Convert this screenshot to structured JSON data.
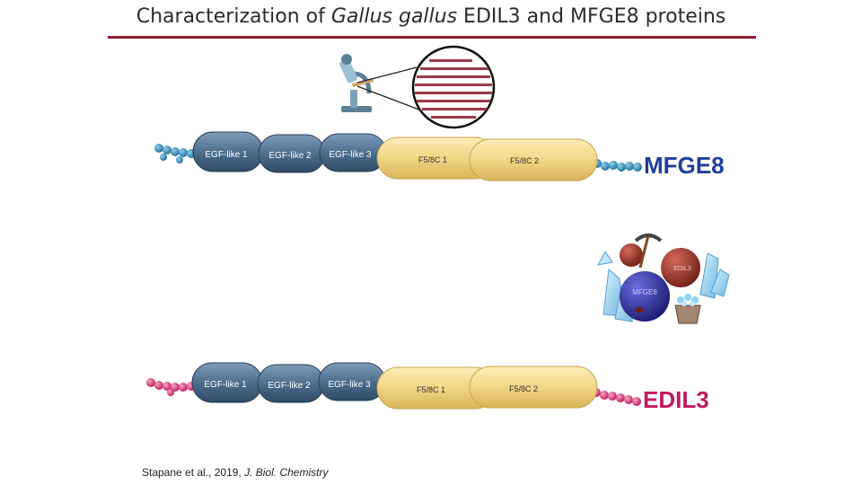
{
  "slide": {
    "title_part1": "Characterization of ",
    "title_species": "Gallus gallus",
    "title_part2": " EDIL3 and MFGE8 proteins",
    "citation_authors": "Stapane et al., 2019, ",
    "citation_journal": "J. Biol. Chemistry"
  },
  "proteins": [
    {
      "name": "MFGE8",
      "color": "#1e3f9a",
      "tag_color": "#2c7fb0",
      "domains": [
        "EGF-like 1",
        "EGF-like 2",
        "EGF-like 3",
        "F5/8C 1",
        "F5/8C 2"
      ]
    },
    {
      "name": "EDIL3",
      "color": "#c2185b",
      "tag_color": "#d9477a",
      "domains": [
        "EGF-like 1",
        "EGF-like 2",
        "EGF-like 3",
        "F5/8C 1",
        "F5/8C 2"
      ]
    }
  ],
  "cartoon": {
    "labels": [
      "EDIL3",
      "MFGE8"
    ]
  },
  "colors": {
    "egf_domain": "#4f6f8f",
    "f58c_domain": "#f2d98a",
    "title_rule": "#8b1c2e"
  }
}
